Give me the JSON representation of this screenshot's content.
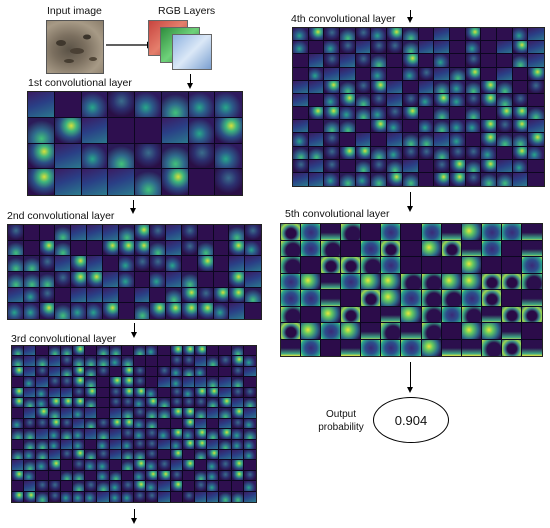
{
  "labels": {
    "input_image": "Input image",
    "rgb_layers": "RGB Layers",
    "conv1": "1st convolutional layer",
    "conv2": "2nd convolutional layer",
    "conv3": "3rd convolutional layer",
    "conv4": "4th convolutional layer",
    "conv5": "5th convolutional layer",
    "output_line1": "Output",
    "output_line2": "probability"
  },
  "output_value": "0.904",
  "colors": {
    "viridis_dark": "#2b0f4d",
    "viridis_blue": "#2c6e8a",
    "viridis_green": "#3eb57d",
    "viridis_yellow": "#e3e43e",
    "rgb_red": "#d9534f",
    "rgb_green": "#49b35a",
    "rgb_blue": "#a9c6e8"
  },
  "feature_maps": {
    "conv1": {
      "rows": 4,
      "cols": 8
    },
    "conv2": {
      "rows": 6,
      "cols": 16
    },
    "conv3": {
      "rows": 15,
      "cols": 20
    },
    "conv4": {
      "rows": 12,
      "cols": 16
    },
    "conv5": {
      "rows": 8,
      "cols": 13
    }
  }
}
